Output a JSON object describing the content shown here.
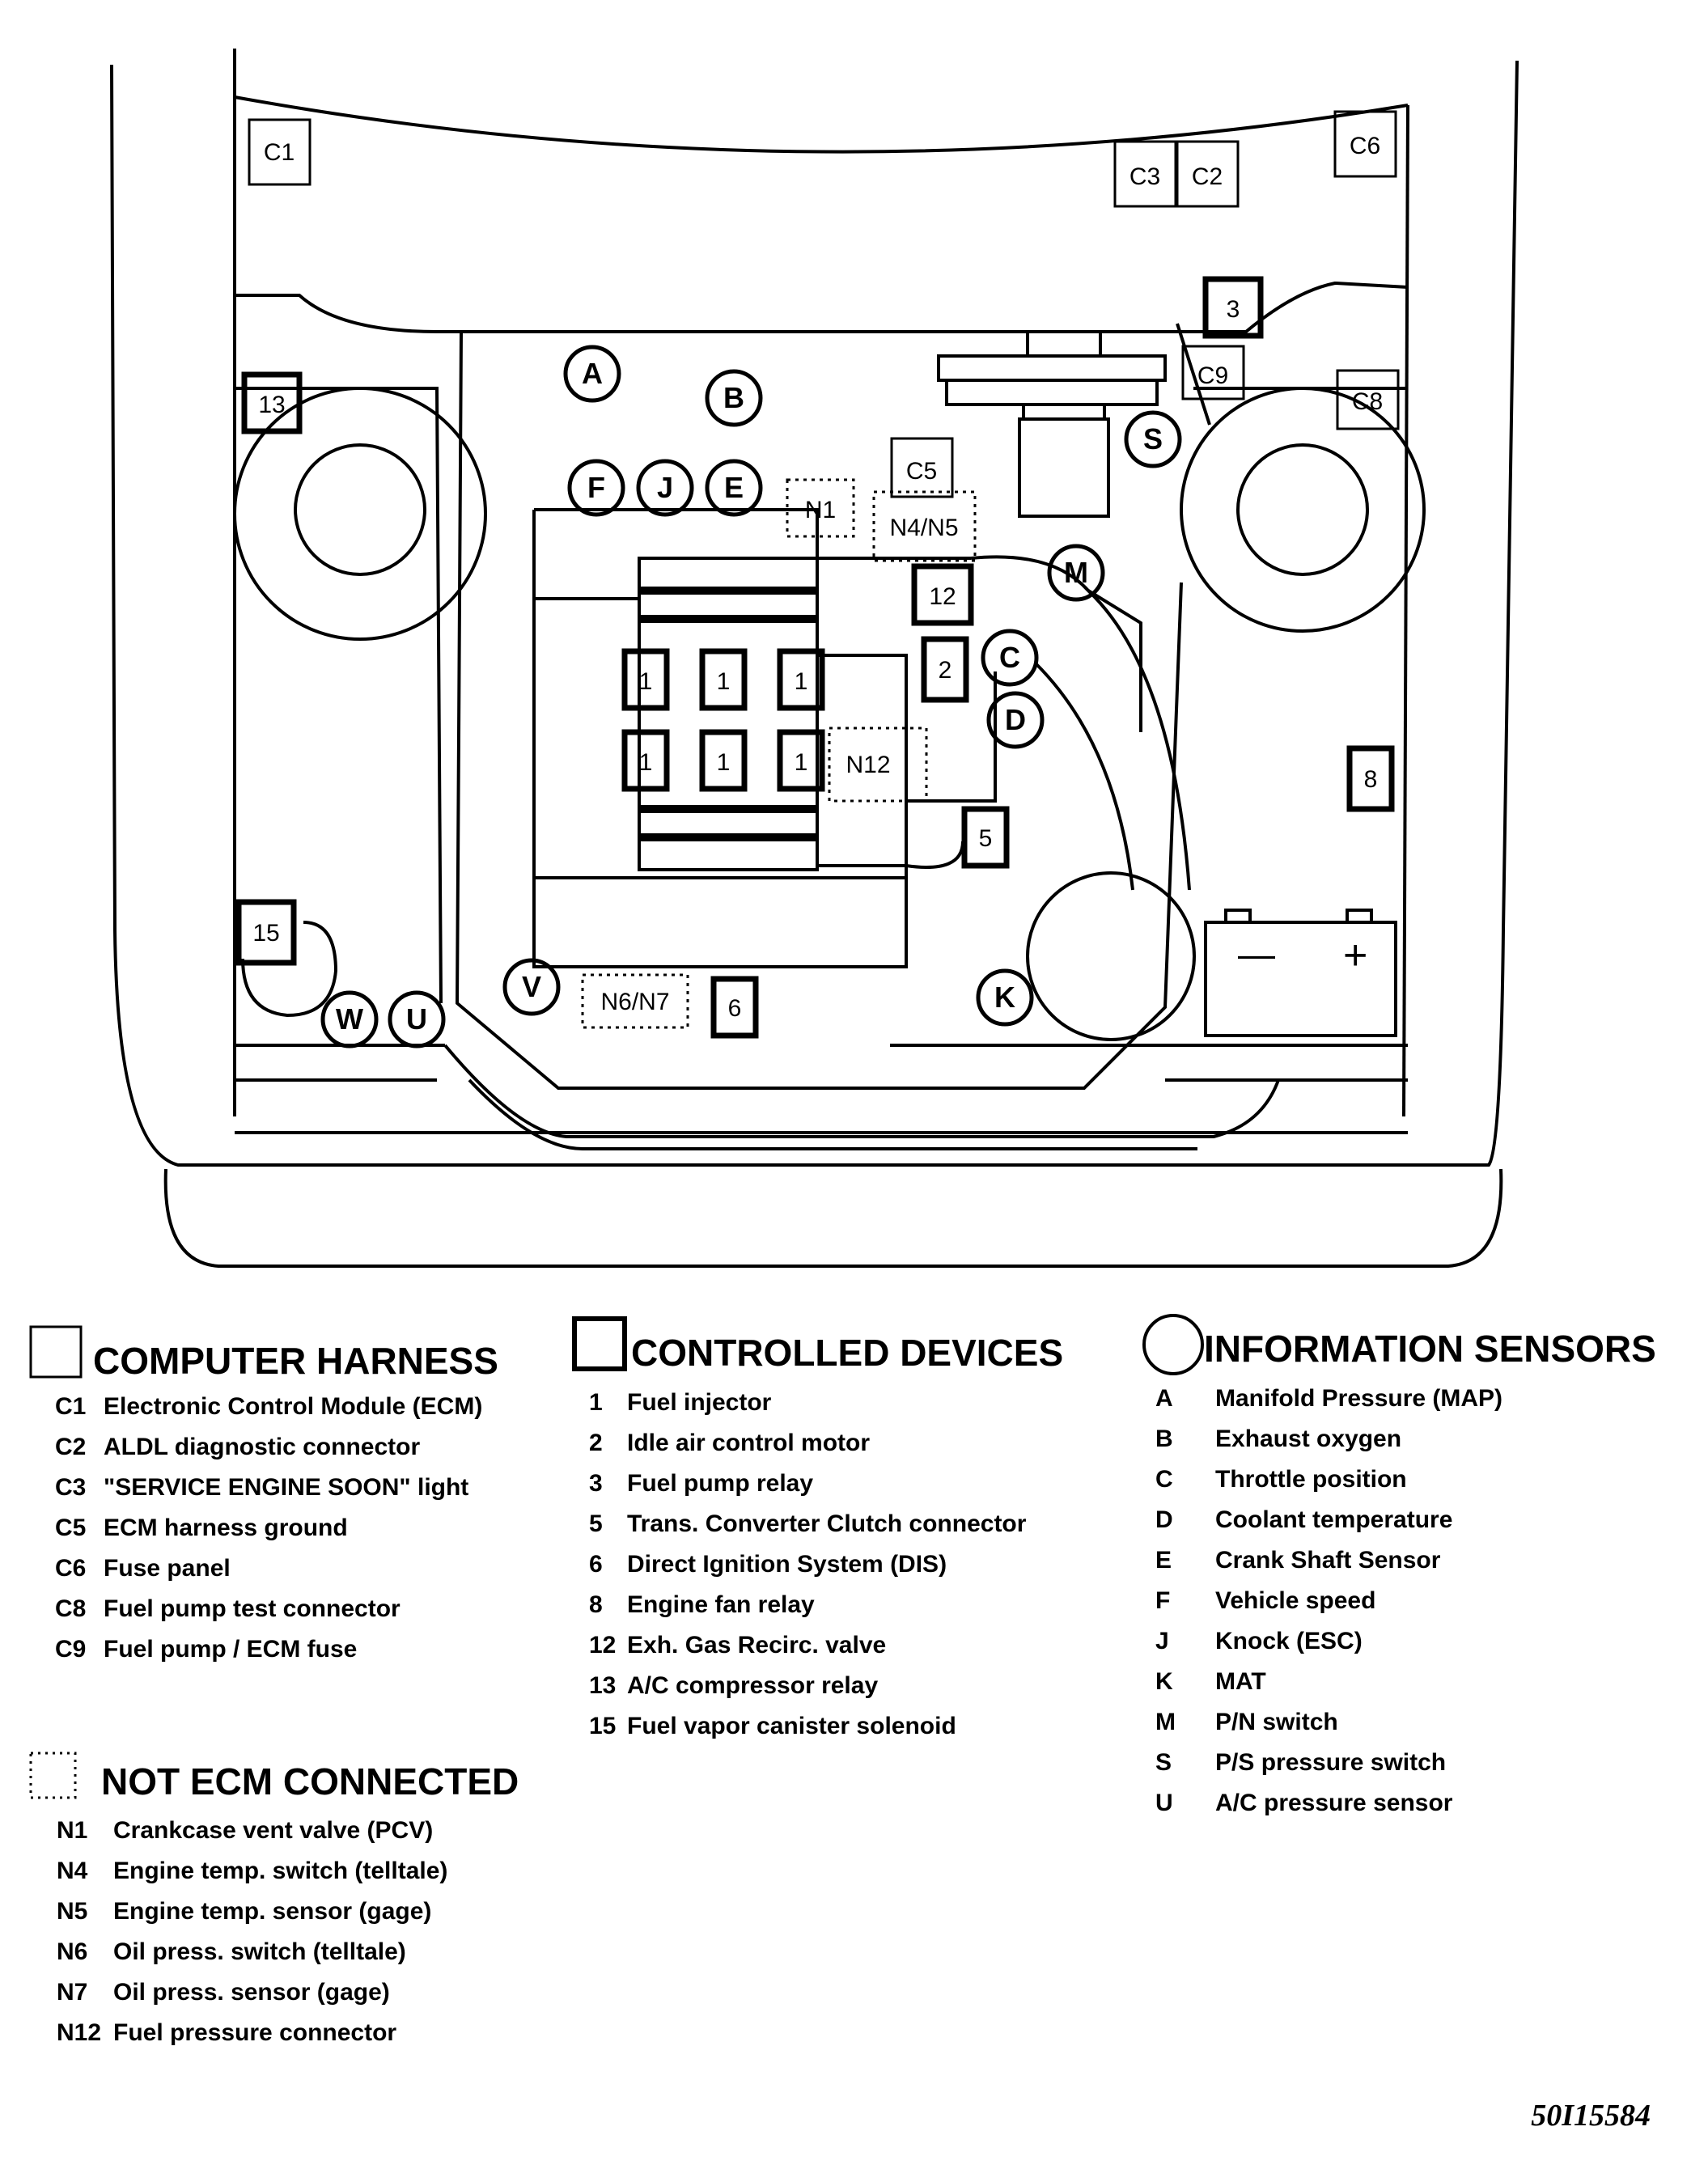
{
  "diagram": {
    "labels": {
      "c1": "C1",
      "c2": "C2",
      "c3": "C3",
      "c5": "C5",
      "c6": "C6",
      "c8": "C8",
      "c9": "C9",
      "n1": "N1",
      "n4n5": "N4/N5",
      "n12": "N12",
      "n6n7": "N6/N7",
      "d1": "1",
      "d2": "2",
      "d3": "3",
      "d5": "5",
      "d6": "6",
      "d8": "8",
      "d12": "12",
      "d13": "13",
      "d15": "15",
      "sA": "A",
      "sB": "B",
      "sC": "C",
      "sD": "D",
      "sE": "E",
      "sF": "F",
      "sJ": "J",
      "sK": "K",
      "sM": "M",
      "sS": "S",
      "sU": "U",
      "sV": "V",
      "sW": "W",
      "batt_minus": "—",
      "batt_plus": "+"
    }
  },
  "legend": {
    "harness": {
      "title": "COMPUTER HARNESS",
      "items": [
        {
          "code": "C1",
          "text": "Electronic Control Module (ECM)"
        },
        {
          "code": "C2",
          "text": "ALDL diagnostic connector"
        },
        {
          "code": "C3",
          "text": "\"SERVICE ENGINE SOON\" light"
        },
        {
          "code": "C5",
          "text": "ECM harness ground"
        },
        {
          "code": "C6",
          "text": "Fuse panel"
        },
        {
          "code": "C8",
          "text": "Fuel pump test connector"
        },
        {
          "code": "C9",
          "text": "Fuel pump / ECM fuse"
        }
      ]
    },
    "devices": {
      "title": "CONTROLLED DEVICES",
      "items": [
        {
          "code": "1",
          "text": "Fuel injector"
        },
        {
          "code": "2",
          "text": "Idle air control motor"
        },
        {
          "code": "3",
          "text": "Fuel pump relay"
        },
        {
          "code": "5",
          "text": "Trans. Converter Clutch connector"
        },
        {
          "code": "6",
          "text": "Direct Ignition System  (DIS)"
        },
        {
          "code": "8",
          "text": "Engine fan relay"
        },
        {
          "code": "12",
          "text": "Exh. Gas Recirc. valve"
        },
        {
          "code": "13",
          "text": "A/C compressor relay"
        },
        {
          "code": "15",
          "text": "Fuel vapor canister solenoid"
        }
      ]
    },
    "sensors": {
      "title": "INFORMATION SENSORS",
      "items": [
        {
          "code": "A",
          "text": "Manifold Pressure (MAP)"
        },
        {
          "code": "B",
          "text": "Exhaust oxygen"
        },
        {
          "code": "C",
          "text": "Throttle position"
        },
        {
          "code": "D",
          "text": "Coolant temperature"
        },
        {
          "code": "E",
          "text": "Crank Shaft Sensor"
        },
        {
          "code": "F",
          "text": "Vehicle speed"
        },
        {
          "code": "J",
          "text": "Knock (ESC)"
        },
        {
          "code": "K",
          "text": "MAT"
        },
        {
          "code": "M",
          "text": "P/N switch"
        },
        {
          "code": "S",
          "text": "P/S pressure switch"
        },
        {
          "code": "U",
          "text": "A/C pressure sensor"
        }
      ]
    },
    "not_ecm": {
      "title": "NOT ECM CONNECTED",
      "items": [
        {
          "code": "N1",
          "text": "Crankcase vent valve (PCV)"
        },
        {
          "code": "N4",
          "text": "Engine temp. switch (telltale)"
        },
        {
          "code": "N5",
          "text": "Engine temp. sensor (gage)"
        },
        {
          "code": "N6",
          "text": "Oil press. switch (telltale)"
        },
        {
          "code": "N7",
          "text": "Oil press. sensor (gage)"
        },
        {
          "code": "N12",
          "text": "Fuel  pressure connector"
        }
      ]
    }
  },
  "figure_id": "50I15584"
}
